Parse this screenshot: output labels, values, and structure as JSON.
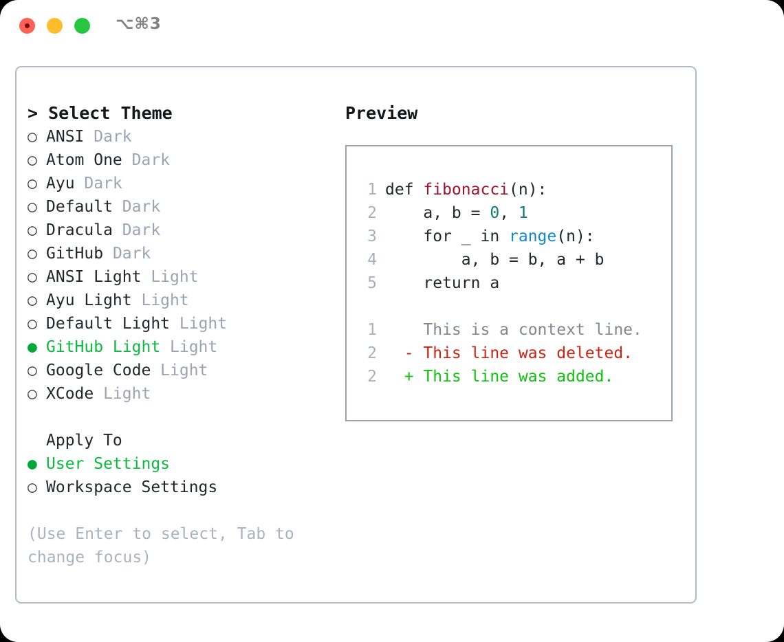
{
  "titlebar": {
    "shortcut": "⌥⌘3",
    "buttons": [
      {
        "name": "close",
        "color": "#ff6058"
      },
      {
        "name": "minimize",
        "color": "#ffbd2e"
      },
      {
        "name": "maximize",
        "color": "#26c641"
      }
    ]
  },
  "theme_picker": {
    "header": "> Select Theme",
    "marker_selected": "●",
    "marker_unselected": "○",
    "options": [
      {
        "label": "ANSI",
        "badge": "Dark",
        "selected": false
      },
      {
        "label": "Atom One",
        "badge": "Dark",
        "selected": false
      },
      {
        "label": "Ayu",
        "badge": "Dark",
        "selected": false
      },
      {
        "label": "Default",
        "badge": "Dark",
        "selected": false
      },
      {
        "label": "Dracula",
        "badge": "Dark",
        "selected": false
      },
      {
        "label": "GitHub",
        "badge": "Dark",
        "selected": false
      },
      {
        "label": "ANSI Light",
        "badge": "Light",
        "selected": false
      },
      {
        "label": "Ayu Light",
        "badge": "Light",
        "selected": false
      },
      {
        "label": "Default Light",
        "badge": "Light",
        "selected": false
      },
      {
        "label": "GitHub Light",
        "badge": "Light",
        "selected": true
      },
      {
        "label": "Google Code",
        "badge": "Light",
        "selected": false
      },
      {
        "label": "XCode",
        "badge": "Light",
        "selected": false
      }
    ]
  },
  "apply_to": {
    "header": "Apply To",
    "options": [
      {
        "label": "User Settings",
        "selected": true
      },
      {
        "label": "Workspace Settings",
        "selected": false
      }
    ]
  },
  "hint": "(Use Enter to select, Tab to change focus)",
  "preview": {
    "header": "Preview",
    "code_lines": [
      {
        "no": "1",
        "segments": [
          {
            "t": "def ",
            "c": "plain"
          },
          {
            "t": "fibonacci",
            "c": "fn"
          },
          {
            "t": "(n):",
            "c": "plain"
          }
        ]
      },
      {
        "no": "2",
        "segments": [
          {
            "t": "    a, b = ",
            "c": "plain"
          },
          {
            "t": "0",
            "c": "num"
          },
          {
            "t": ", ",
            "c": "plain"
          },
          {
            "t": "1",
            "c": "num"
          }
        ]
      },
      {
        "no": "3",
        "segments": [
          {
            "t": "    for _ in ",
            "c": "plain"
          },
          {
            "t": "range",
            "c": "call"
          },
          {
            "t": "(n):",
            "c": "plain"
          }
        ]
      },
      {
        "no": "4",
        "segments": [
          {
            "t": "        a, b = b, a + b",
            "c": "plain"
          }
        ]
      },
      {
        "no": "5",
        "segments": [
          {
            "t": "    return a",
            "c": "plain"
          }
        ]
      }
    ],
    "diff_lines": [
      {
        "no": "1",
        "marker": " ",
        "text": " This is a context line.",
        "kind": "ctx"
      },
      {
        "no": "2",
        "marker": "-",
        "text": " This line was deleted.",
        "kind": "del"
      },
      {
        "no": "2",
        "marker": "+",
        "text": " This line was added.",
        "kind": "add"
      }
    ]
  },
  "colors": {
    "accent_green": "#0bb93c",
    "marker_green": "#00a838",
    "badge_gray": "#9aa4b2",
    "panel_border": "#b2bac7",
    "preview_border": "#99a3b2",
    "fn_red": "#a0152a",
    "num_teal": "#0b7a7a",
    "call_blue": "#1188cc",
    "diff_del": "#cc2211",
    "diff_add": "#10c210"
  }
}
